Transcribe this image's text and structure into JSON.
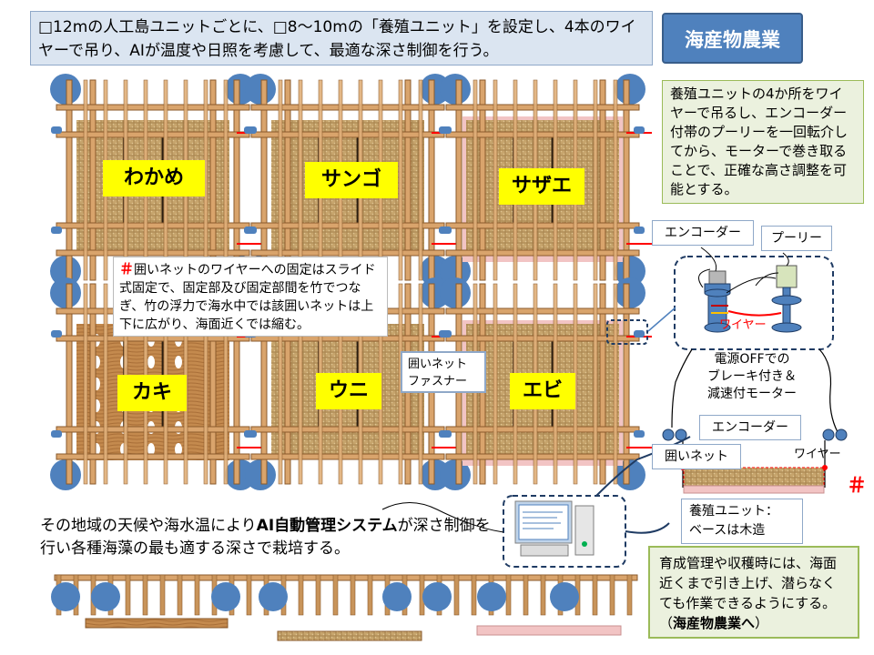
{
  "top_text": "□12mの人工島ユニットごとに、□8〜10mの「養殖ユニット」を設定し、4本のワイヤーで吊り、AIが温度や日照を考慮して、最適な深さ制御を行う。",
  "title": "海産物農業",
  "right_desc": "養殖ユニットの4か所をワイヤーで吊るし、エンコーダー付帯のプーリーを一回転介してから、モーターで巻き取ることで、正確な高さ調整を可能とする。",
  "units": {
    "wakame": "わかめ",
    "sango": "サンゴ",
    "sazae": "サザエ",
    "kaki": "カキ",
    "uni": "ウニ",
    "ebi": "エビ"
  },
  "note": {
    "mark": "＃",
    "text": "囲いネットのワイヤーへの固定はスライド式固定で、固定部及び固定部間を竹でつなぎ、竹の浮力で海水中では該囲いネットは上下に広がり、海面近くでは縮む。"
  },
  "fastener_label": "囲いネット\nファスナー",
  "detail": {
    "encoder": "エンコーダー",
    "pulley": "プーリー",
    "wire_red": "ワイヤー",
    "motor": "電源OFFでの\nブレーキ付き＆\n減速付モーター",
    "encoder2": "エンコーダー",
    "net": "囲いネット",
    "wire": "ワイヤー",
    "hash": "＃",
    "base": "養殖ユニット：\nベースは木造"
  },
  "bottom_text_pre": "その地域の天候や海水温により",
  "bottom_text_bold": "AI自動管理システム",
  "bottom_text_post": "が深さ制御を行い各種海藻の最も適する深さで栽培する。",
  "bottom_right_pre": "育成管理や収穫時には、海面近くまで引き上げ、潜らなくても作業できるようにする。（",
  "bottom_right_bold": "海産物農業へ",
  "bottom_right_post": "）",
  "colors": {
    "wood": "#c8945a",
    "post": "#4f81bd",
    "net": "#c9a86a",
    "pink": "#f2c4c4",
    "yellow": "#ffff00",
    "red": "#ff0000"
  }
}
